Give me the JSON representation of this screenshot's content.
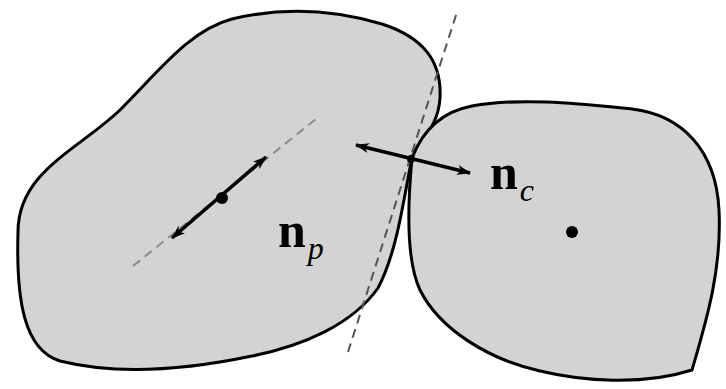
{
  "diagram": {
    "labels": [
      "n",
      "p",
      "n",
      "c"
    ]
  }
}
